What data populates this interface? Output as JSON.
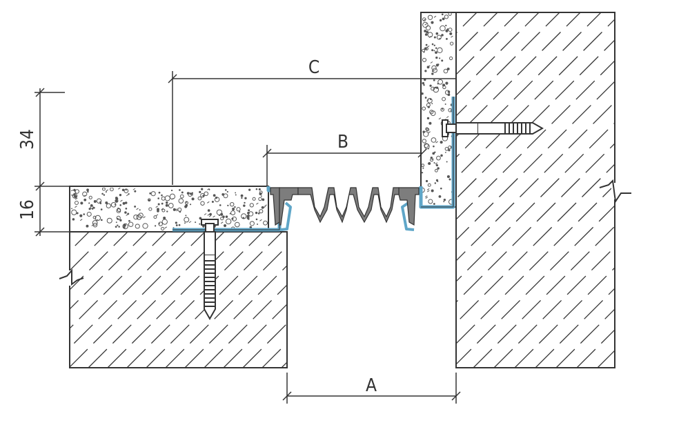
{
  "labels": {
    "dim_a": "A",
    "dim_b": "B",
    "dim_c": "C",
    "dim_34": "34",
    "dim_16": "16"
  },
  "colors": {
    "line": "#333333",
    "profile": "#5fa6c8",
    "rubber": "#7d7d7d",
    "hatch": "#333333",
    "aggregate": "#555555",
    "background": "#ffffff"
  }
}
